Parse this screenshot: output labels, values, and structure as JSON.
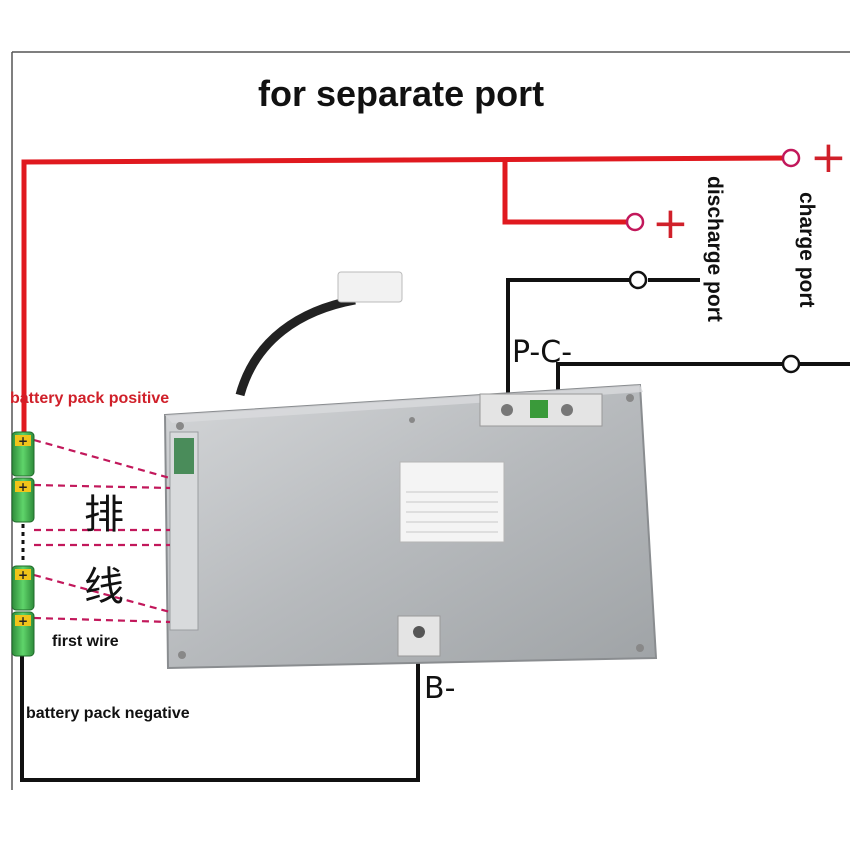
{
  "title": "for separate port",
  "labels": {
    "battery_pack_positive": "battery pack positive",
    "battery_pack_negative": "battery pack negative",
    "first_wire": "first wire",
    "discharge_port": "discharge port",
    "charge_port": "charge port",
    "pc_minus": "P-C-",
    "b_minus": "B-",
    "cjk_top": "排",
    "cjk_bottom": "线",
    "discharge_plus": "+",
    "charge_plus": "+"
  },
  "colors": {
    "positive_wire": "#e0191f",
    "negative_wire": "#111111",
    "dashed_wire": "#c2185b",
    "cell": "#3cb043",
    "board": "#b9bcbf"
  }
}
